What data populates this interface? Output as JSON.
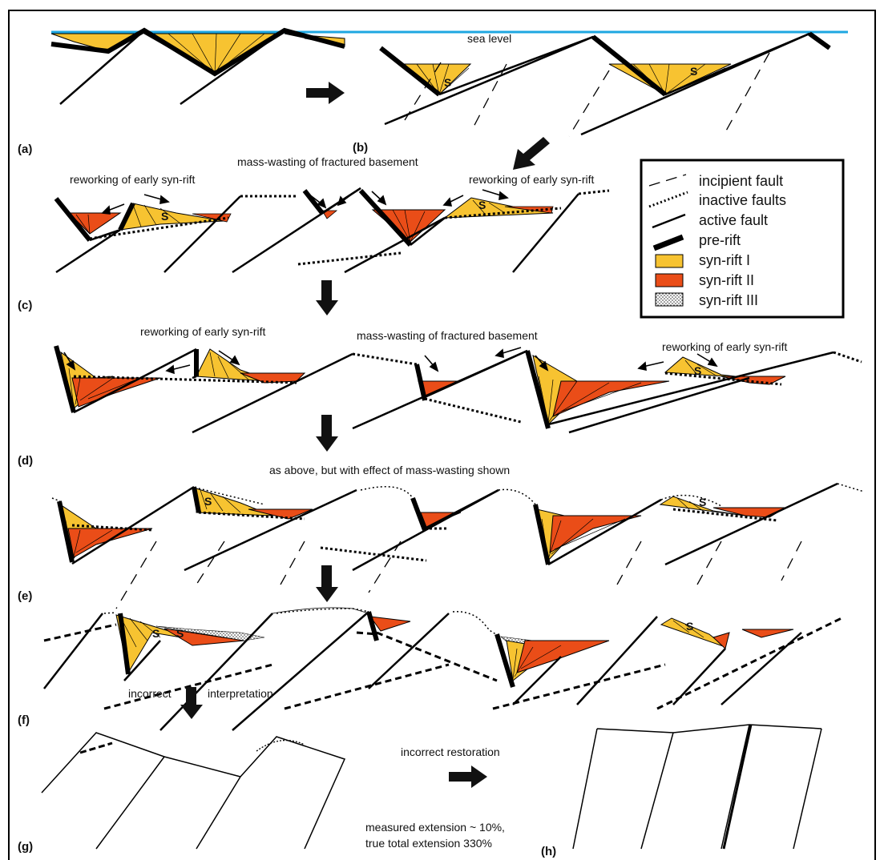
{
  "colors": {
    "sea": "#1ea7e1",
    "synrift1": "#f7c331",
    "synrift2": "#ea4d18",
    "synrift3": "#ffffff",
    "ink": "#000000"
  },
  "labels": {
    "sea_level": "sea level",
    "mass_wasting_c": "mass-wasting of fractured basement",
    "reworking_c_left": "reworking of early syn-rift",
    "reworking_c_right": "reworking of early syn-rift",
    "reworking_d_left": "reworking of early syn-rift",
    "mass_wasting_d": "mass-wasting of fractured basement",
    "reworking_d_right": "reworking of early syn-rift",
    "as_above": "as above, but with effect of mass-wasting shown",
    "incorrect_interpretation_a": "incorrect",
    "incorrect_interpretation_b": "interpretation",
    "incorrect_restoration": "incorrect restoration",
    "measured_extension": "measured extension ~ 10%,",
    "true_extension": "true total extension 330%"
  },
  "sediment_marker": "S",
  "panels": [
    "(a)",
    "(b)",
    "(c)",
    "(d)",
    "(e)",
    "(f)",
    "(g)",
    "(h)"
  ],
  "legend": [
    {
      "symbol": "incipient-fault",
      "label": "incipient fault"
    },
    {
      "symbol": "inactive-faults",
      "label": "inactive faults"
    },
    {
      "symbol": "active-fault",
      "label": "active fault"
    },
    {
      "symbol": "pre-rift",
      "label": "pre-rift"
    },
    {
      "symbol": "synrift1",
      "label": "syn-rift I"
    },
    {
      "symbol": "synrift2",
      "label": "syn-rift II"
    },
    {
      "symbol": "synrift3",
      "label": "syn-rift III"
    }
  ]
}
